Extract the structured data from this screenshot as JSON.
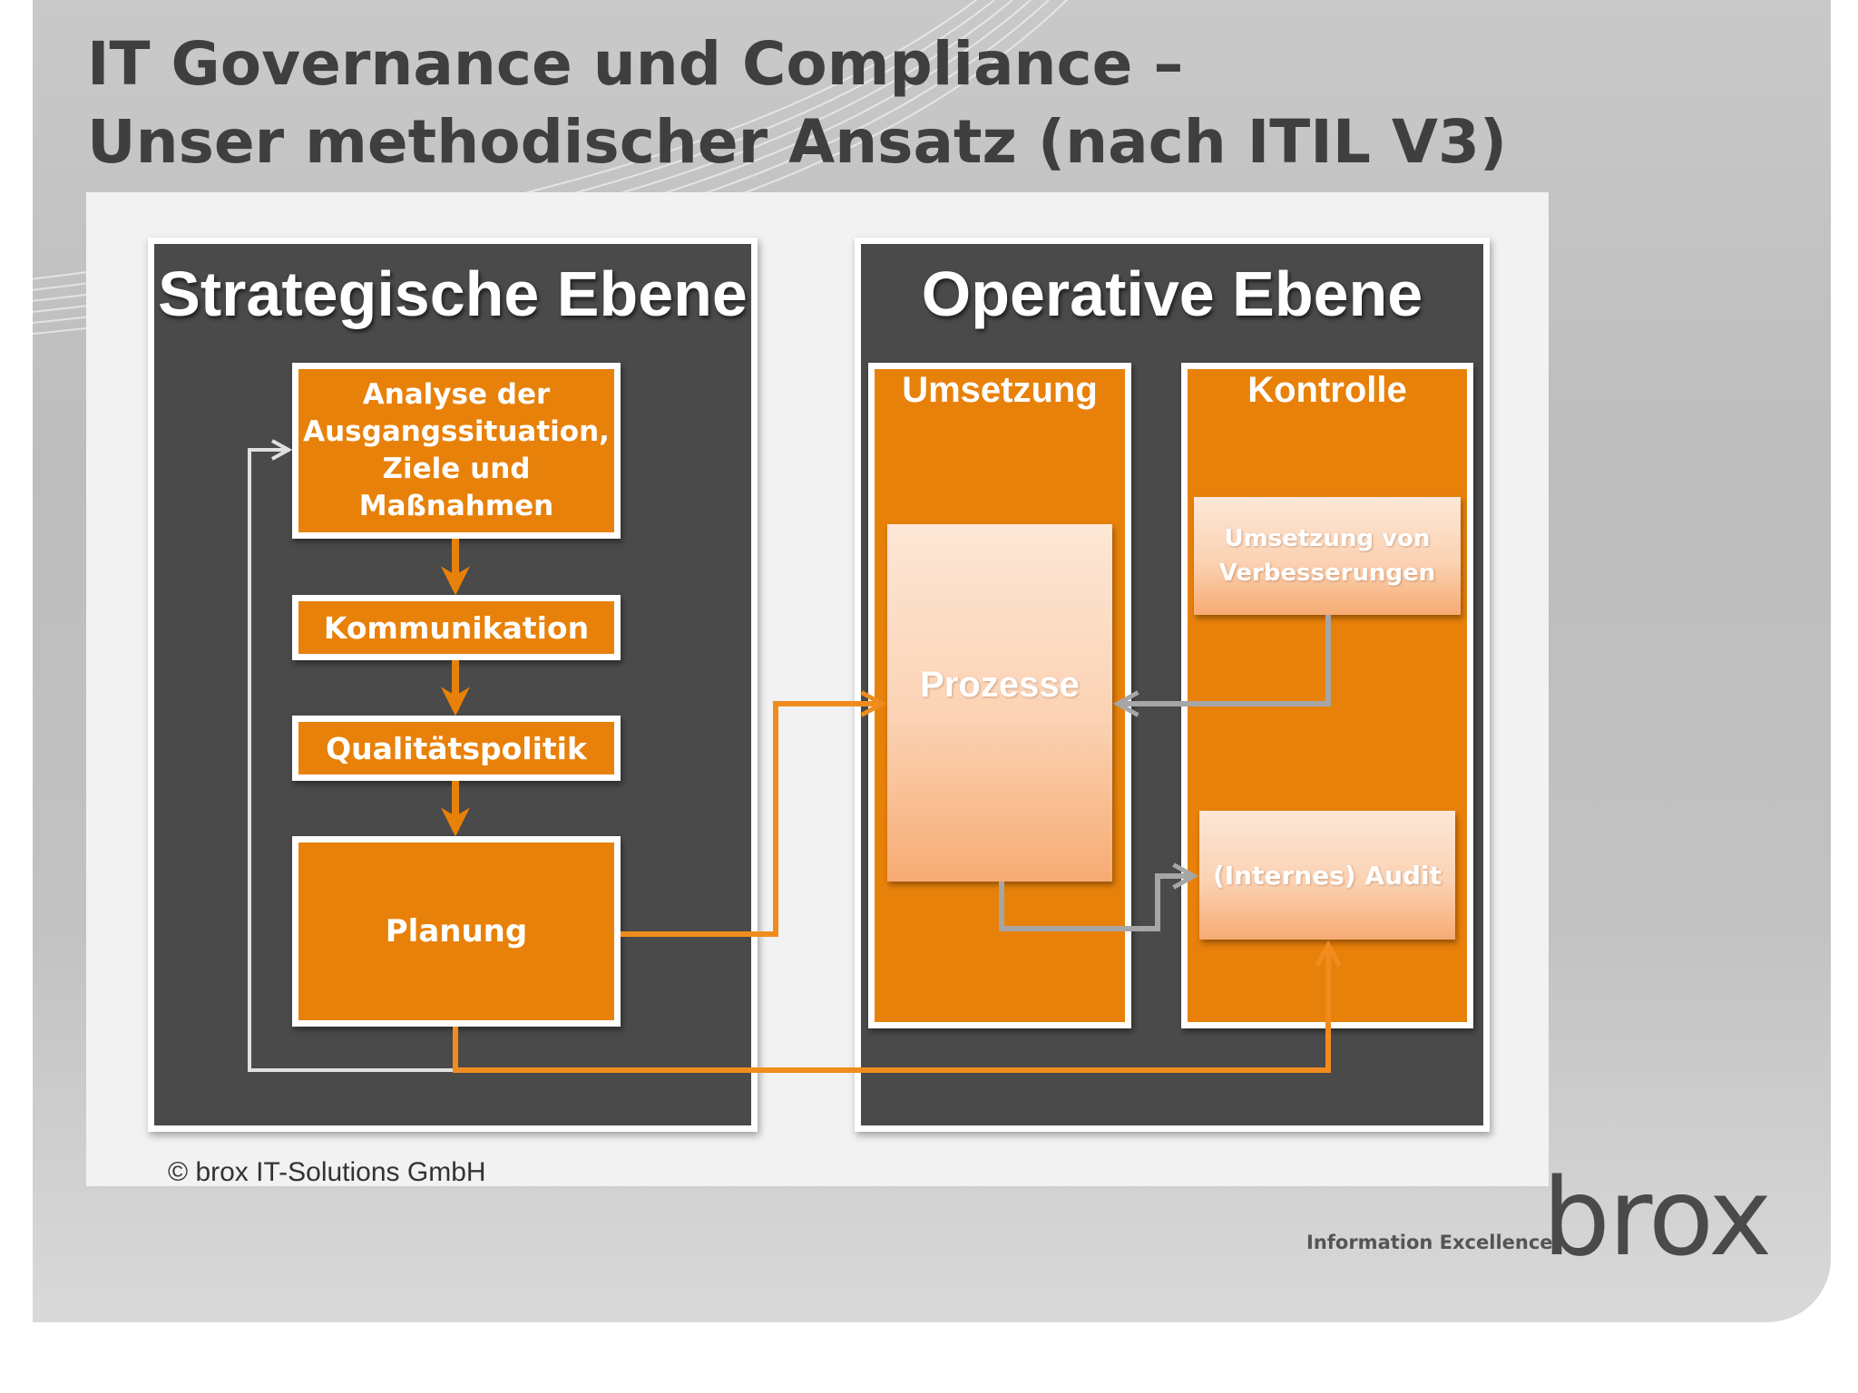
{
  "title": {
    "line1": "IT Governance und Compliance –",
    "line2": "Unser methodischer Ansatz (nach ITIL V3)"
  },
  "strategic": {
    "heading": "Strategische Ebene",
    "analyse": "Analyse der Ausgangssituation, Ziele und Maßnahmen",
    "kommunikation": "Kommunikation",
    "qualitaet": "Qualitätspolitik",
    "planung": "Planung"
  },
  "operative": {
    "heading": "Operative Ebene",
    "umsetzung": "Umsetzung",
    "kontrolle": "Kontrolle",
    "prozesse": "Prozesse",
    "verbesserungen": "Umsetzung von Verbesserungen",
    "audit": "(Internes) Audit"
  },
  "copyright": "© brox IT-Solutions GmbH",
  "brand": {
    "tagline": "Information Excellence",
    "logo": "brox"
  },
  "colors": {
    "orange": "#e8810a",
    "dark": "#4a4a4a",
    "pale_orange": "#fbd2b3",
    "arrow_gray": "#a6a6a6"
  }
}
